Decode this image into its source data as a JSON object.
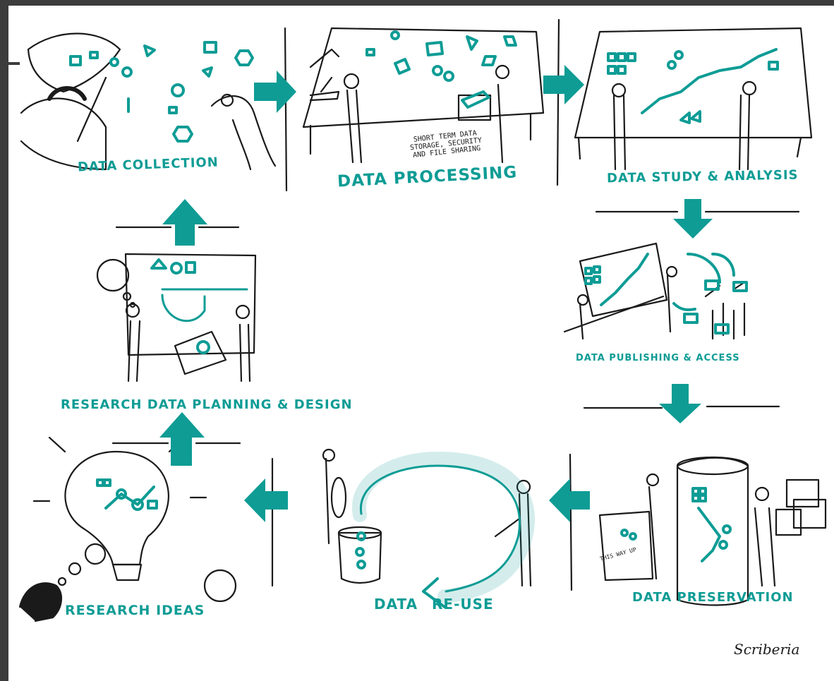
{
  "colors": {
    "teal": "#0e9c95",
    "ink": "#1a1a1a",
    "frame": "#3c3c3c"
  },
  "stages": {
    "collection": "DATA COLLECTION",
    "processing": "DATA PROCESSING",
    "processing_note": "SHORT TERM DATA STORAGE, SECURITY AND FILE SHARING",
    "analysis": "DATA STUDY & ANALYSIS",
    "publishing": "DATA PUBLISHING & ACCESS",
    "preservation": "DATA PRESERVATION",
    "reuse_word1": "DATA",
    "reuse_word2": "RE-USE",
    "ideas": "RESEARCH IDEAS",
    "planning": "RESEARCH DATA PLANNING & DESIGN"
  },
  "box_label": "THIS WAY UP",
  "signature": "Scriberia",
  "icons": [
    "arrow-right-icon",
    "arrow-down-icon",
    "arrow-left-icon",
    "arrow-up-icon",
    "lightbulb-icon",
    "microscope-icon",
    "butterfly-net-icon",
    "jar-icon",
    "box-icon",
    "table-icon",
    "whiteboard-icon"
  ]
}
